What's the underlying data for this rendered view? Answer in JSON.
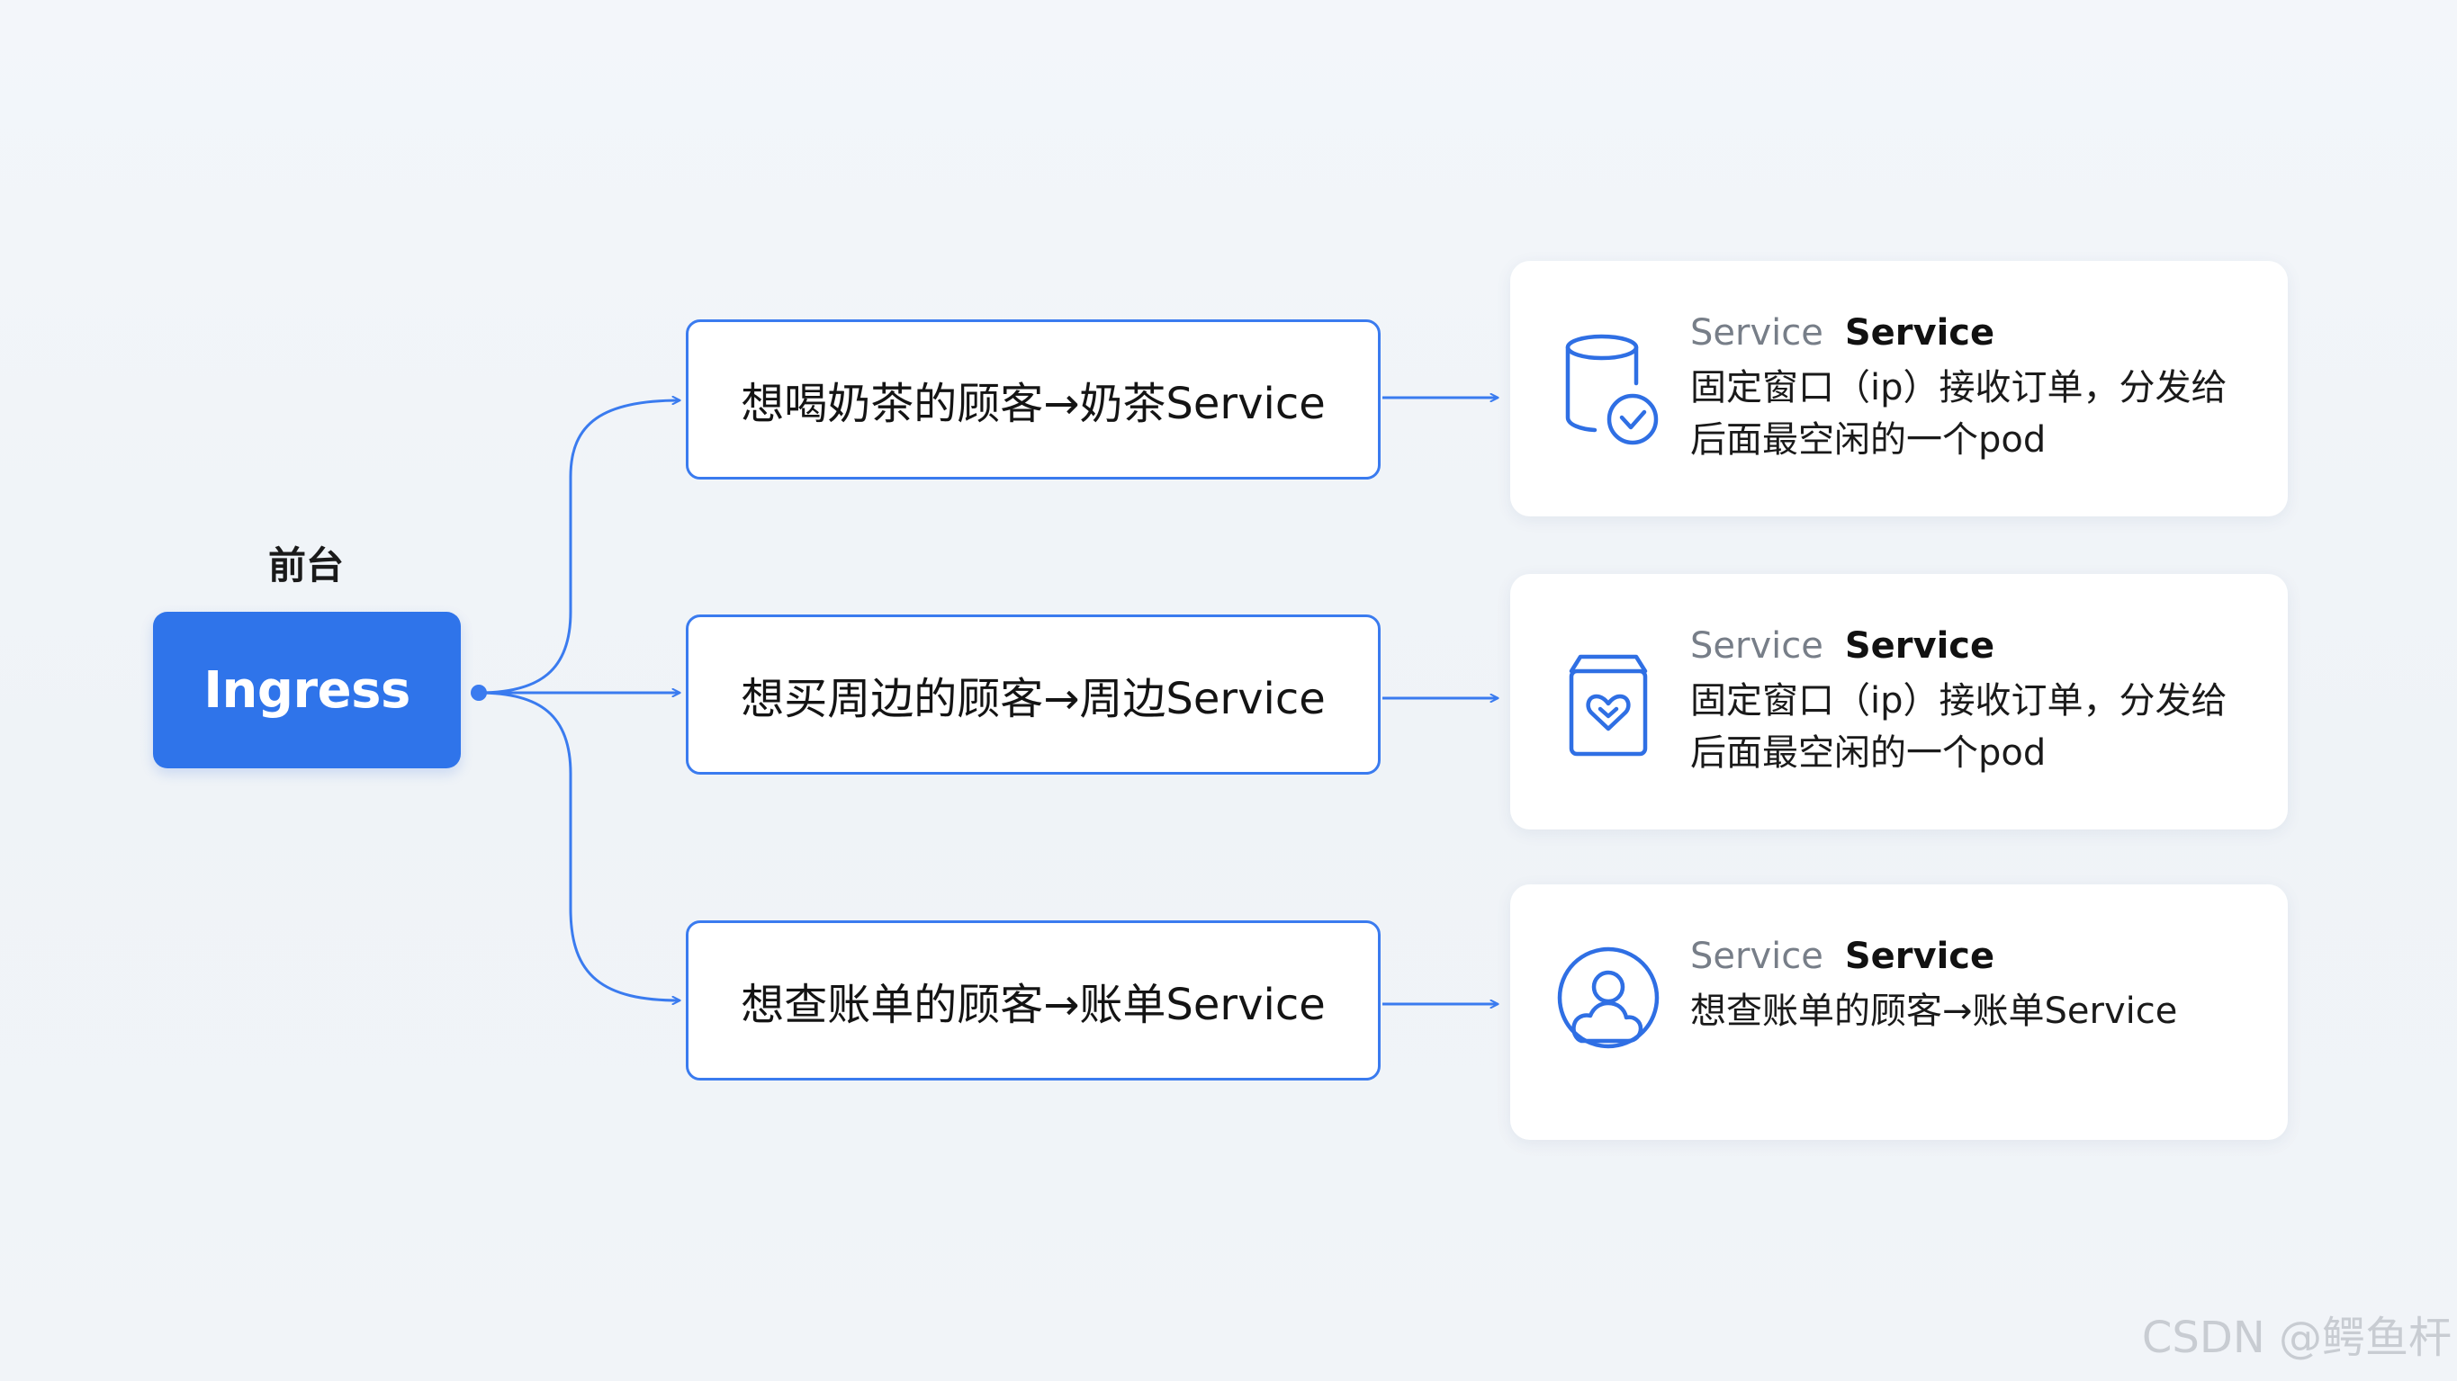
{
  "diagram": {
    "ingress": {
      "caption": "前台",
      "label": "Ingress"
    },
    "routes": [
      {
        "label": "想喝奶茶的顾客→奶茶Service"
      },
      {
        "label": "想买周边的顾客→周边Service"
      },
      {
        "label": "想查账单的顾客→账单Service"
      }
    ],
    "services": [
      {
        "kind": "Service",
        "name": "Service",
        "line1": "固定窗口（ip）接收订单，分发给",
        "line2": "后面最空闲的一个pod",
        "icon": "database-check-icon"
      },
      {
        "kind": "Service",
        "name": "Service",
        "line1": "固定窗口（ip）接收订单，分发给",
        "line2": "后面最空闲的一个pod",
        "icon": "box-heart-icon"
      },
      {
        "kind": "Service",
        "name": "Service",
        "line1": "想查账单的顾客→账单Service",
        "line2": "",
        "icon": "cloud-user-icon"
      }
    ],
    "colors": {
      "accent": "#2f74ea",
      "line": "#3a7bef",
      "muted_text": "#777e88"
    }
  },
  "watermark": "CSDN @鳄鱼杆"
}
